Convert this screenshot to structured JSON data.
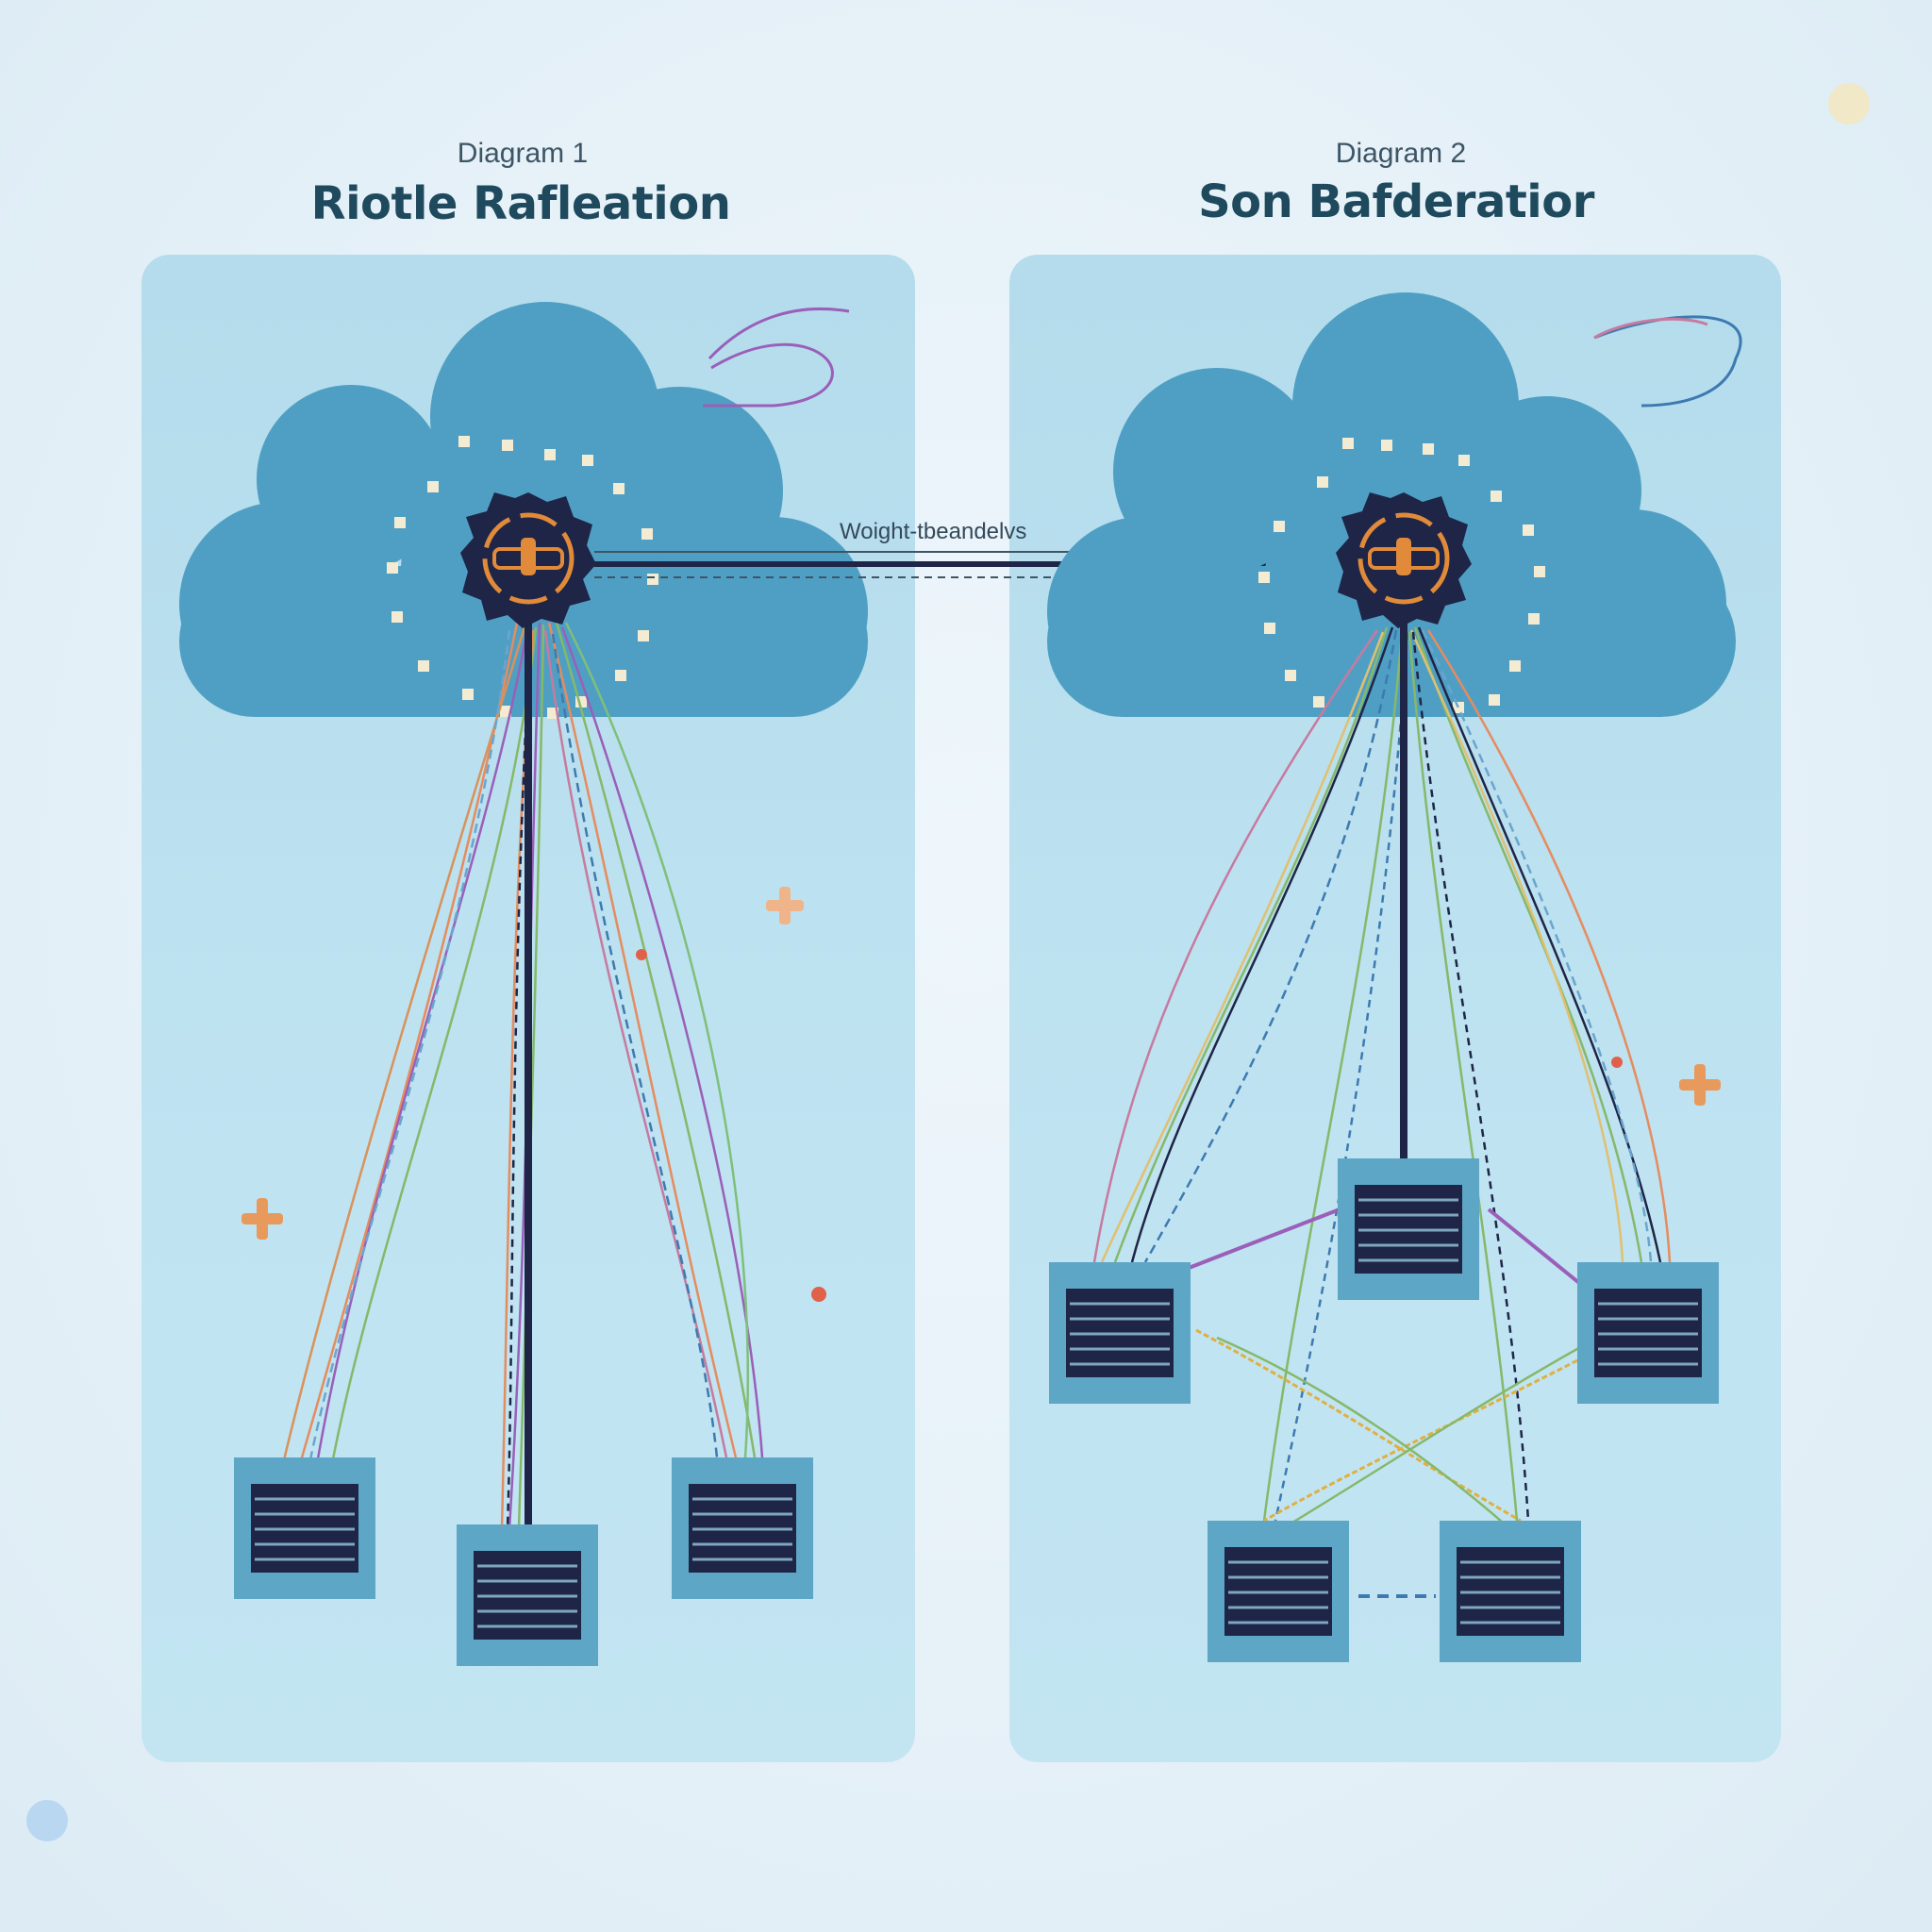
{
  "diagram1": {
    "caption": "Diagram 1",
    "title": "Riotle Rafleation"
  },
  "diagram2": {
    "caption": "Diagram 2",
    "title": "Son Bafderatior"
  },
  "link": {
    "label": "Woight-tbeandelvs"
  },
  "colors": {
    "cloud": "#4f9fc4",
    "panel": "#b9dfee",
    "hub": "#1e2547",
    "hub_ring": "#e08a3a",
    "server_body": "#5da6c6",
    "server_screen": "#1e2547",
    "title": "#1f4a5e"
  },
  "icons": [
    "cloud-icon",
    "hub-gear-icon",
    "server-icon",
    "sparkle-icon",
    "arrow-icon"
  ]
}
